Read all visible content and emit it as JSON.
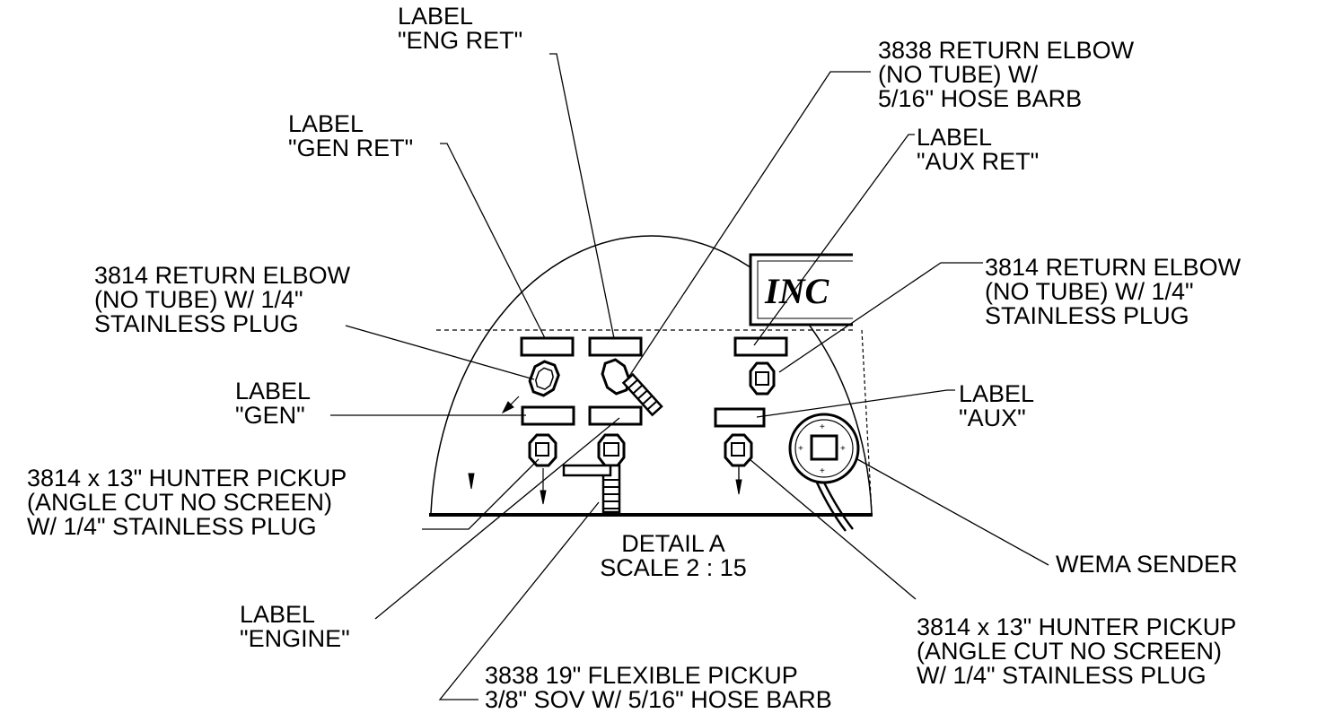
{
  "detail": {
    "title": "DETAIL A",
    "scale": "SCALE 2 : 15"
  },
  "logo_text": "INC",
  "callouts": {
    "label_eng_ret": [
      "LABEL",
      "\"ENG RET\""
    ],
    "return_elbow_3838": [
      "3838 RETURN ELBOW",
      "(NO TUBE) W/",
      "5/16\" HOSE BARB"
    ],
    "label_gen_ret": [
      "LABEL",
      "\"GEN RET\""
    ],
    "label_aux_ret": [
      "LABEL",
      "\"AUX RET\""
    ],
    "return_elbow_3814_left": [
      "3814 RETURN ELBOW",
      "(NO TUBE) W/ 1/4\"",
      "STAINLESS PLUG"
    ],
    "return_elbow_3814_right": [
      "3814 RETURN ELBOW",
      "(NO TUBE) W/ 1/4\"",
      "STAINLESS PLUG"
    ],
    "label_gen": [
      "LABEL",
      "\"GEN\""
    ],
    "label_aux": [
      "LABEL",
      "\"AUX\""
    ],
    "hunter_pickup_left": [
      "3814 x 13\" HUNTER PICKUP",
      "(ANGLE CUT NO SCREEN)",
      "W/ 1/4\" STAINLESS PLUG"
    ],
    "wema_sender": [
      "WEMA SENDER"
    ],
    "label_engine": [
      "LABEL",
      "\"ENGINE\""
    ],
    "hunter_pickup_right": [
      "3814 x 13\" HUNTER PICKUP",
      "(ANGLE CUT NO SCREEN)",
      "W/ 1/4\" STAINLESS PLUG"
    ],
    "flexible_pickup": [
      "3838 19\" FLEXIBLE PICKUP",
      "3/8\" SOV W/ 5/16\" HOSE BARB"
    ]
  }
}
